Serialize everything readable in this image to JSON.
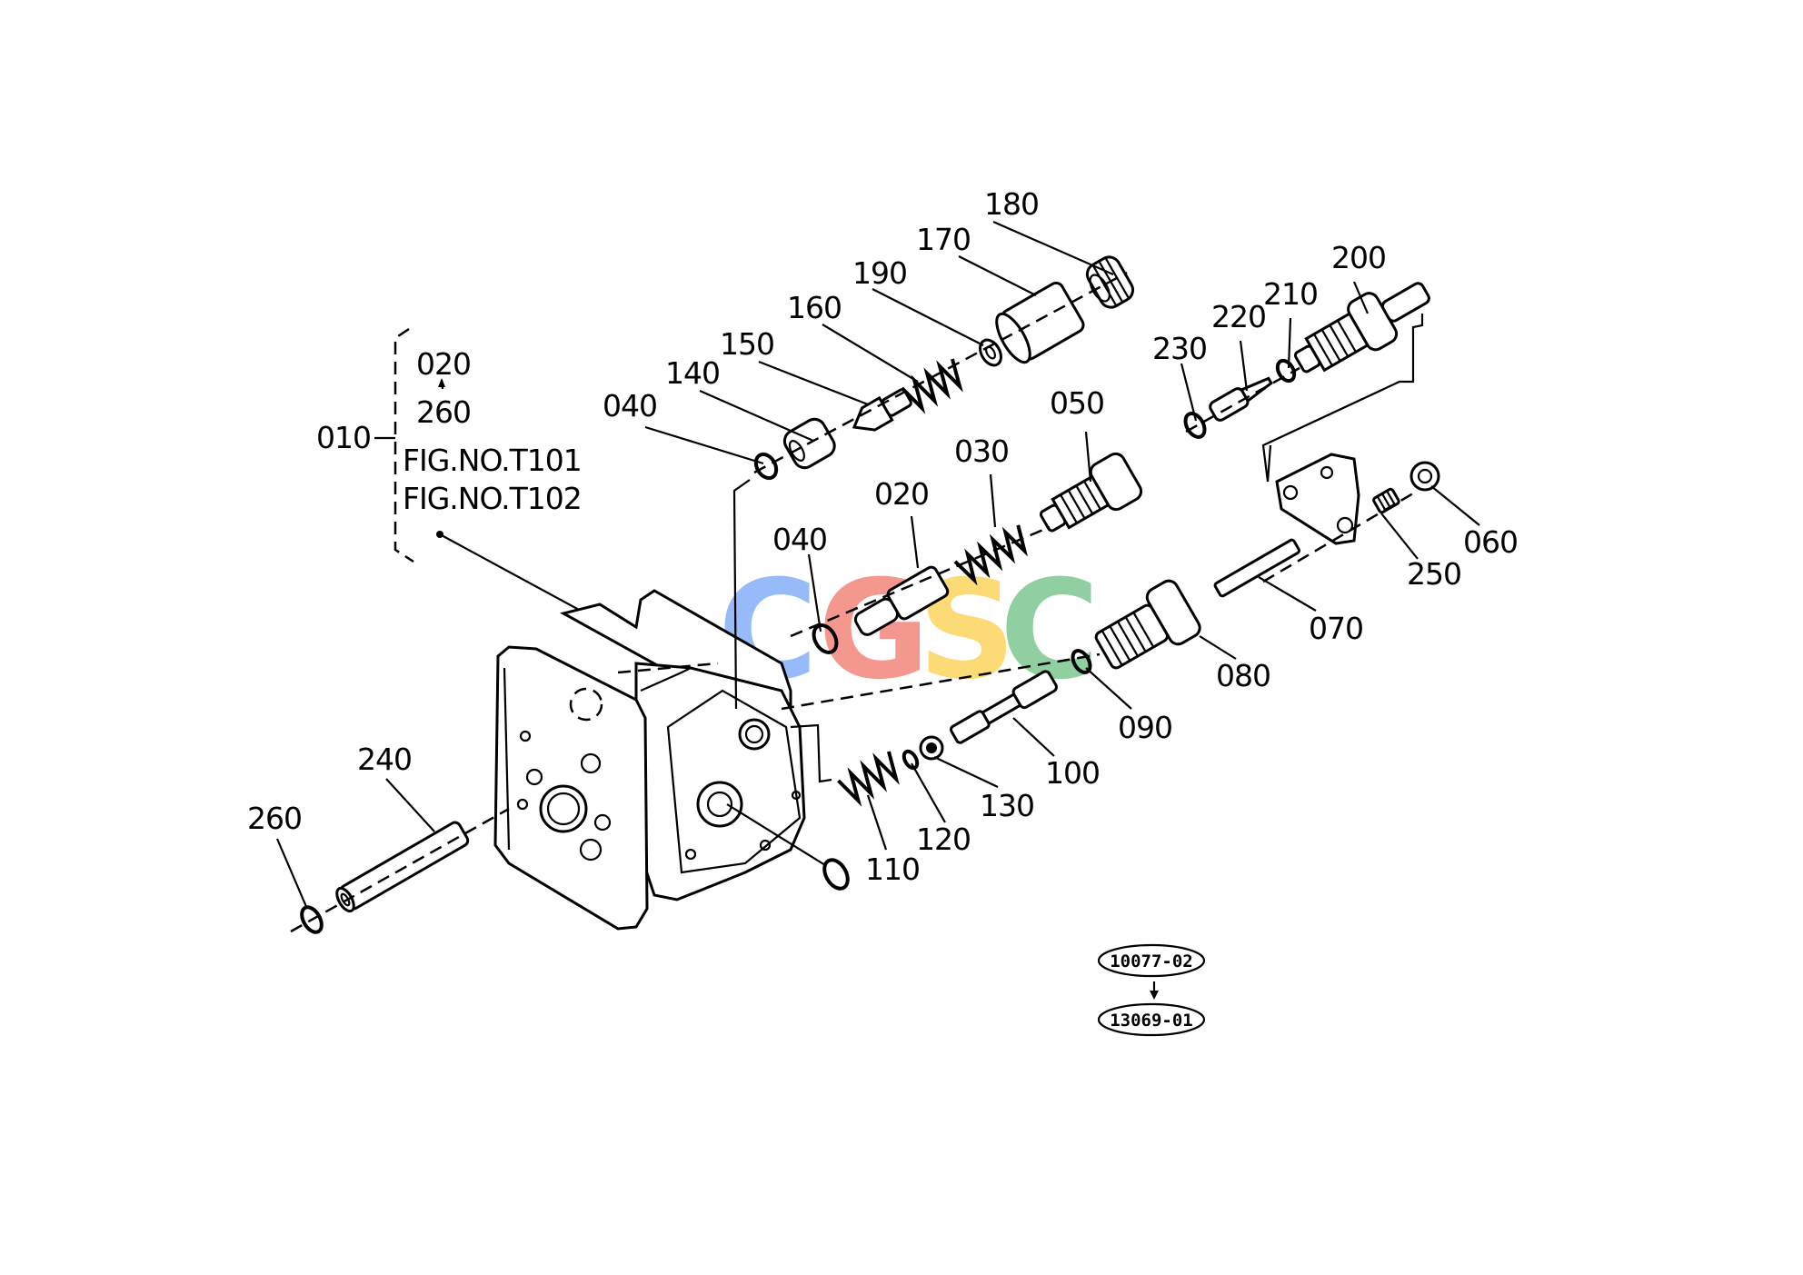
{
  "labels": {
    "p010": "010",
    "p020a": "020",
    "p020b": "020",
    "p030": "030",
    "p040a": "040",
    "p040b": "040",
    "p050": "050",
    "p060": "060",
    "p070": "070",
    "p080": "080",
    "p090": "090",
    "p100": "100",
    "p110": "110",
    "p120": "120",
    "p130": "130",
    "p140": "140",
    "p150": "150",
    "p160": "160",
    "p170": "170",
    "p180": "180",
    "p190": "190",
    "p200": "200",
    "p210": "210",
    "p220": "220",
    "p230": "230",
    "p240": "240",
    "p250": "250",
    "p260a": "260",
    "p260b": "260"
  },
  "group_note": {
    "fig1": "FIG.NO.T101",
    "fig2": "FIG.NO.T102"
  },
  "refs": {
    "from": "10077-02",
    "to": "13069-01"
  },
  "watermark": {
    "letters": [
      "C",
      "G",
      "S",
      "C"
    ],
    "colors": [
      "#4285f4",
      "#ea4335",
      "#fbbc05",
      "#34a853"
    ]
  }
}
